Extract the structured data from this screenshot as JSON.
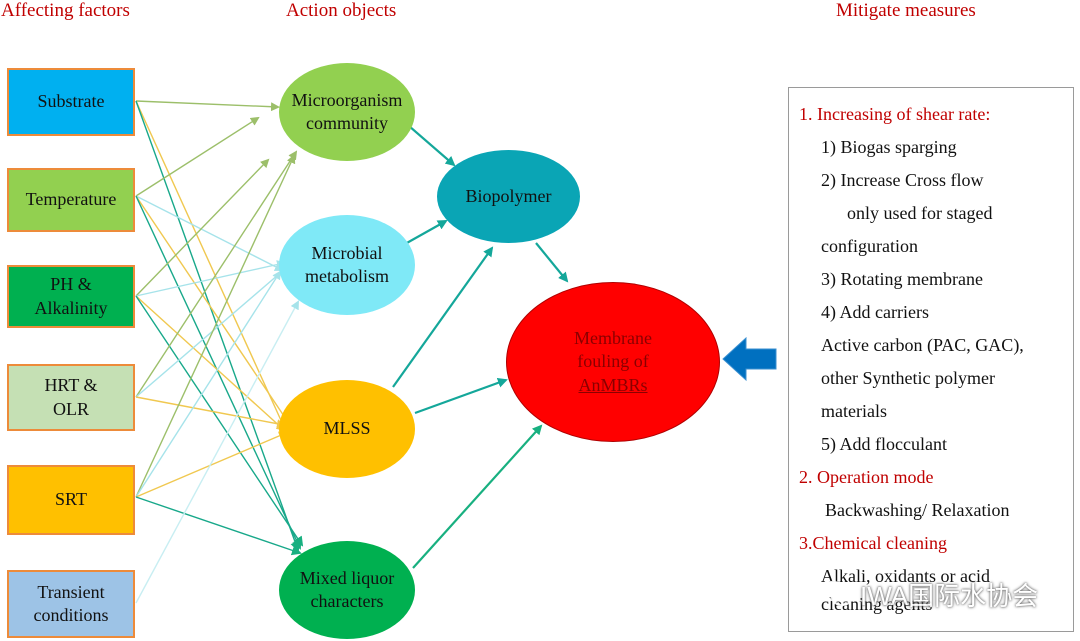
{
  "headers": {
    "affecting": "Affecting factors",
    "action": "Action objects",
    "mitigate": "Mitigate measures"
  },
  "factors": [
    {
      "line1": "Substrate",
      "line2": "",
      "color": "#00b0f0"
    },
    {
      "line1": "Temperature",
      "line2": "",
      "color": "#92d050"
    },
    {
      "line1": "PH &",
      "line2": "Alkalinity",
      "color": "#00b050"
    },
    {
      "line1": "HRT &",
      "line2": "OLR",
      "color": "#c5e0b4"
    },
    {
      "line1": "SRT",
      "line2": "",
      "color": "#ffc000"
    },
    {
      "line1": "Transient",
      "line2": "conditions",
      "color": "#9dc3e6"
    }
  ],
  "objects": [
    {
      "line1": "Microorganism",
      "line2": "community",
      "color": "#92d050"
    },
    {
      "line1": "Microbial",
      "line2": "metabolism",
      "color": "#7fe9f7"
    },
    {
      "line1": "MLSS",
      "line2": "",
      "color": "#ffc000"
    },
    {
      "line1": "Mixed liquor",
      "line2": "characters",
      "color": "#00b050"
    }
  ],
  "biopolymer": {
    "label": "Biopolymer",
    "color": "#0aa5b5"
  },
  "fouling": {
    "line1": "Membrane",
    "line2": "fouling of",
    "line3": "AnMBRs",
    "color": "#ff0000"
  },
  "measures": [
    {
      "text": "1. Increasing of shear rate:",
      "red": true
    },
    {
      "text": "1) Biogas sparging",
      "red": false
    },
    {
      "text": "2) Increase Cross flow",
      "red": false
    },
    {
      "text": "only used for staged",
      "red": false
    },
    {
      "text": "configuration",
      "red": false
    },
    {
      "text": "3) Rotating membrane",
      "red": false
    },
    {
      "text": "4)  Add carriers",
      "red": false
    },
    {
      "text": "Active carbon (PAC, GAC),",
      "red": false
    },
    {
      "text": "other Synthetic polymer",
      "red": false
    },
    {
      "text": "materials",
      "red": false
    },
    {
      "text": "5) Add flocculant",
      "red": false
    },
    {
      "text": "2. Operation mode",
      "red": true
    },
    {
      "text": "Backwashing/ Relaxation",
      "red": false
    },
    {
      "text": "3.Chemical cleaning",
      "red": true
    },
    {
      "text": "Alkali, oxidants or acid",
      "red": false
    },
    {
      "text": "cleaning agents",
      "red": false
    }
  ],
  "watermark": "IWA国际水协会",
  "colors": {
    "header": "#c00000",
    "factor_border": "#ed8b3a",
    "teal_arrow": "#14a79a",
    "big_arrow": "#0070c0"
  }
}
